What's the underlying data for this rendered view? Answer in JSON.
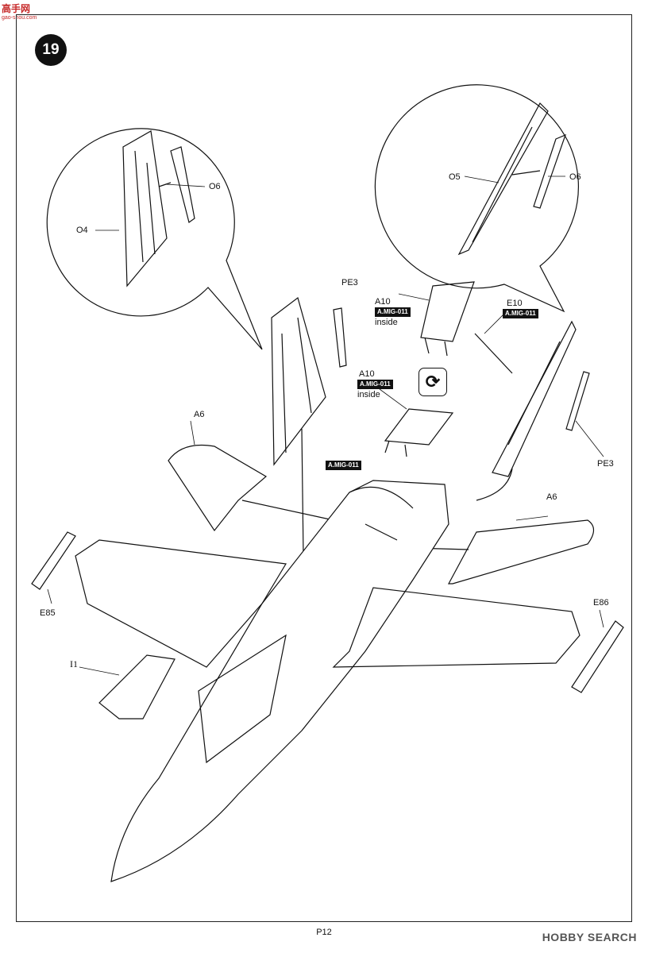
{
  "watermark": {
    "title": "高手网",
    "url": "gao-shou.com"
  },
  "step": {
    "number": "19"
  },
  "labels": {
    "o4": "O4",
    "o6_left": "O6",
    "o5": "O5",
    "o6_right": "O6",
    "pe3_top": "PE3",
    "pe3_right": "PE3",
    "a10_top": "A10",
    "inside_top": "inside",
    "a10_mid": "A10",
    "inside_mid": "inside",
    "e10": "E10",
    "a6_left": "A6",
    "a6_right": "A6",
    "e85": "E85",
    "e86": "E86",
    "i1": "I1"
  },
  "paint_tags": {
    "a10_top": "A.MIG-011",
    "a10_mid": "A.MIG-011",
    "e10": "A.MIG-011",
    "center": "A.MIG-011"
  },
  "icons": {
    "rotate": "rotate-icon"
  },
  "footer": {
    "page": "P12",
    "brand": "HOBBY SEARCH"
  }
}
